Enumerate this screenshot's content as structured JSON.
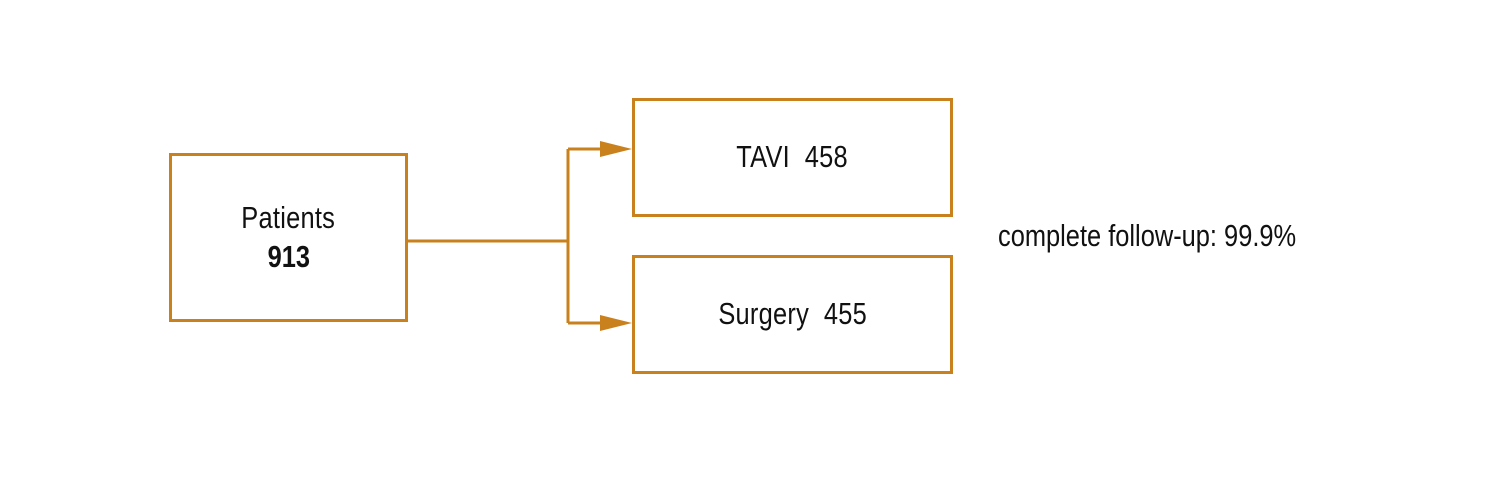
{
  "diagram": {
    "accent_color": "#c8811d",
    "source": {
      "label": "Patients",
      "count": "913"
    },
    "branches": [
      {
        "label": "TAVI",
        "count": "458"
      },
      {
        "label": "Surgery",
        "count": "455"
      }
    ],
    "follow_up": "complete follow-up: 99.9%"
  }
}
